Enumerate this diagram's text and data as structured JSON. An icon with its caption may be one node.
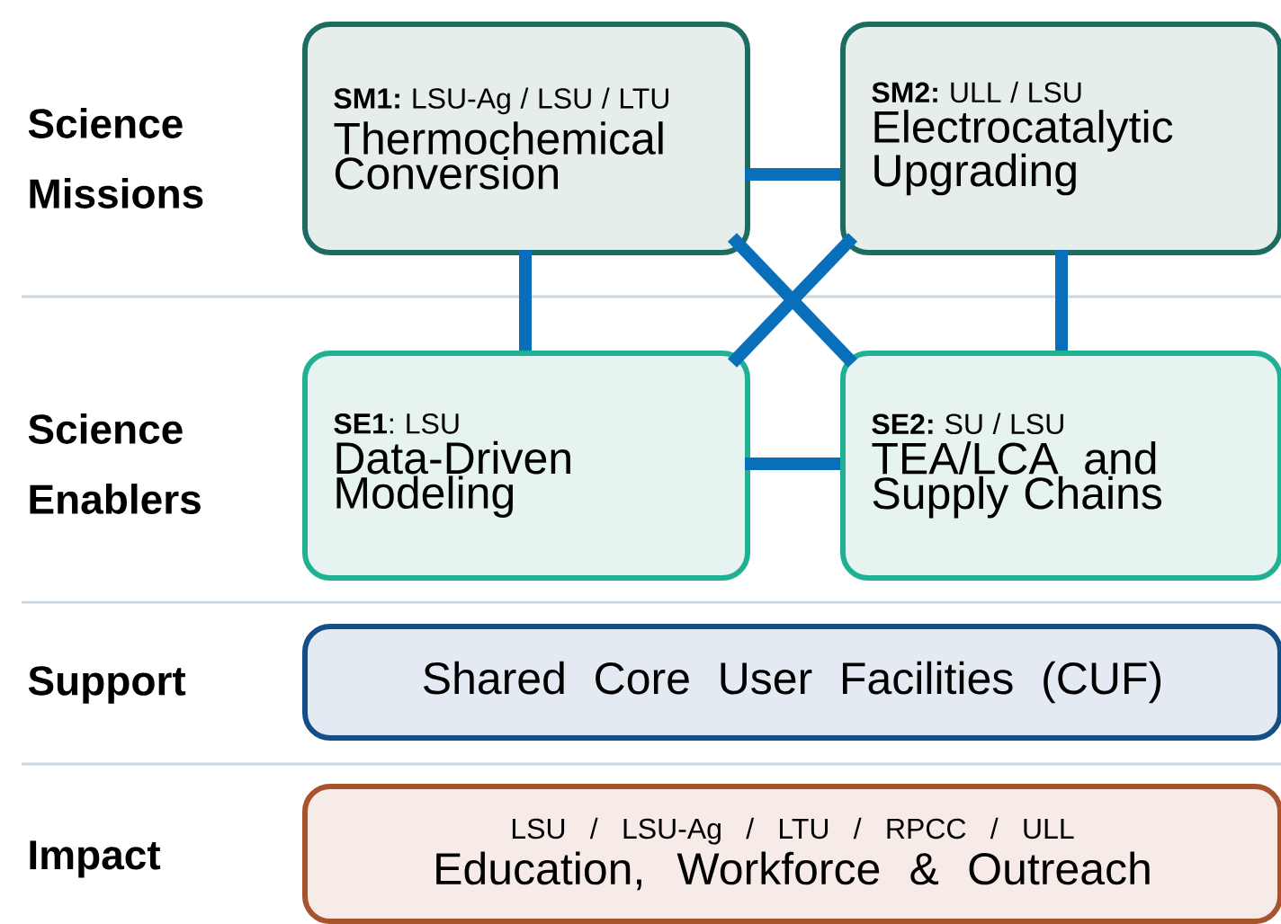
{
  "diagram": {
    "nodes": [
      {
        "text": [
          "**SM1:** LSU-Ag / LSU / LTU",
          "Thermochemical Conversion"
        ]
      },
      {
        "text": [
          "**SM2:** ULL / LSU",
          "Electrocatalytic Upgrading"
        ]
      },
      {
        "text": [
          "**SE1**: LSU",
          "Data-Driven Modeling"
        ]
      },
      {
        "text": [
          "**SE2:** SU / LSU",
          "TEA/LCA and Supply Chains"
        ]
      },
      {
        "text": [
          "Shared Core User Facilities (CUF)"
        ]
      },
      {
        "text": [
          "LSU / LSU-Ag / LTU / RPCC / ULL",
          "Education, Workforce & Outreach"
        ]
      }
    ],
    "edges": [
      {
        "from": 0,
        "to": 1,
        "arrow": "none"
      },
      {
        "from": 0,
        "to": 2,
        "arrow": "none"
      },
      {
        "from": 0,
        "to": 3,
        "arrow": "none"
      },
      {
        "from": 1,
        "to": 2,
        "arrow": "none"
      },
      {
        "from": 1,
        "to": 3,
        "arrow": "none"
      },
      {
        "from": 2,
        "to": 3,
        "arrow": "none"
      }
    ],
    "labels": [
      "Science Missions",
      "Science Enablers",
      "Support",
      "Impact"
    ]
  }
}
